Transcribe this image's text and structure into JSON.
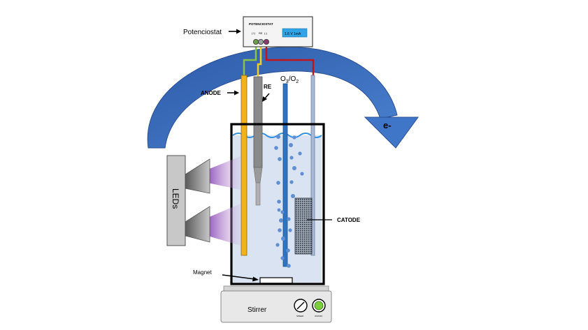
{
  "labels": {
    "potentiostat": "Potenciostat",
    "potentiostat_title": "POTENCIOSTAT",
    "display": "1.6 V  1mA",
    "terminal_plus": "(+)",
    "terminal_re": "RE",
    "terminal_minus": "(-)",
    "anode": "ANODE",
    "re": "RE",
    "o3_o2": "O3/O2",
    "electron": "e-",
    "leds": "LEDs",
    "catode": "CATODE",
    "magnet": "Magnet",
    "stirrer": "Stirrer",
    "knob_caption": "SPEED",
    "power_caption": "ON/OFF"
  },
  "colors": {
    "arrow": "#3f6fbf",
    "anode": "#f2b21f",
    "reference": "#808080",
    "gas_tube": "#2f74c0",
    "cathode_wire": "#a9b9d6",
    "solution": "#d9e3f1",
    "wire_green": "#8bc34a",
    "wire_yellow": "#f2d21f",
    "wire_red": "#c0151b",
    "led_glow": "#a668c9",
    "display": "#2fa4e7",
    "power_button": "#7ccd3b"
  }
}
